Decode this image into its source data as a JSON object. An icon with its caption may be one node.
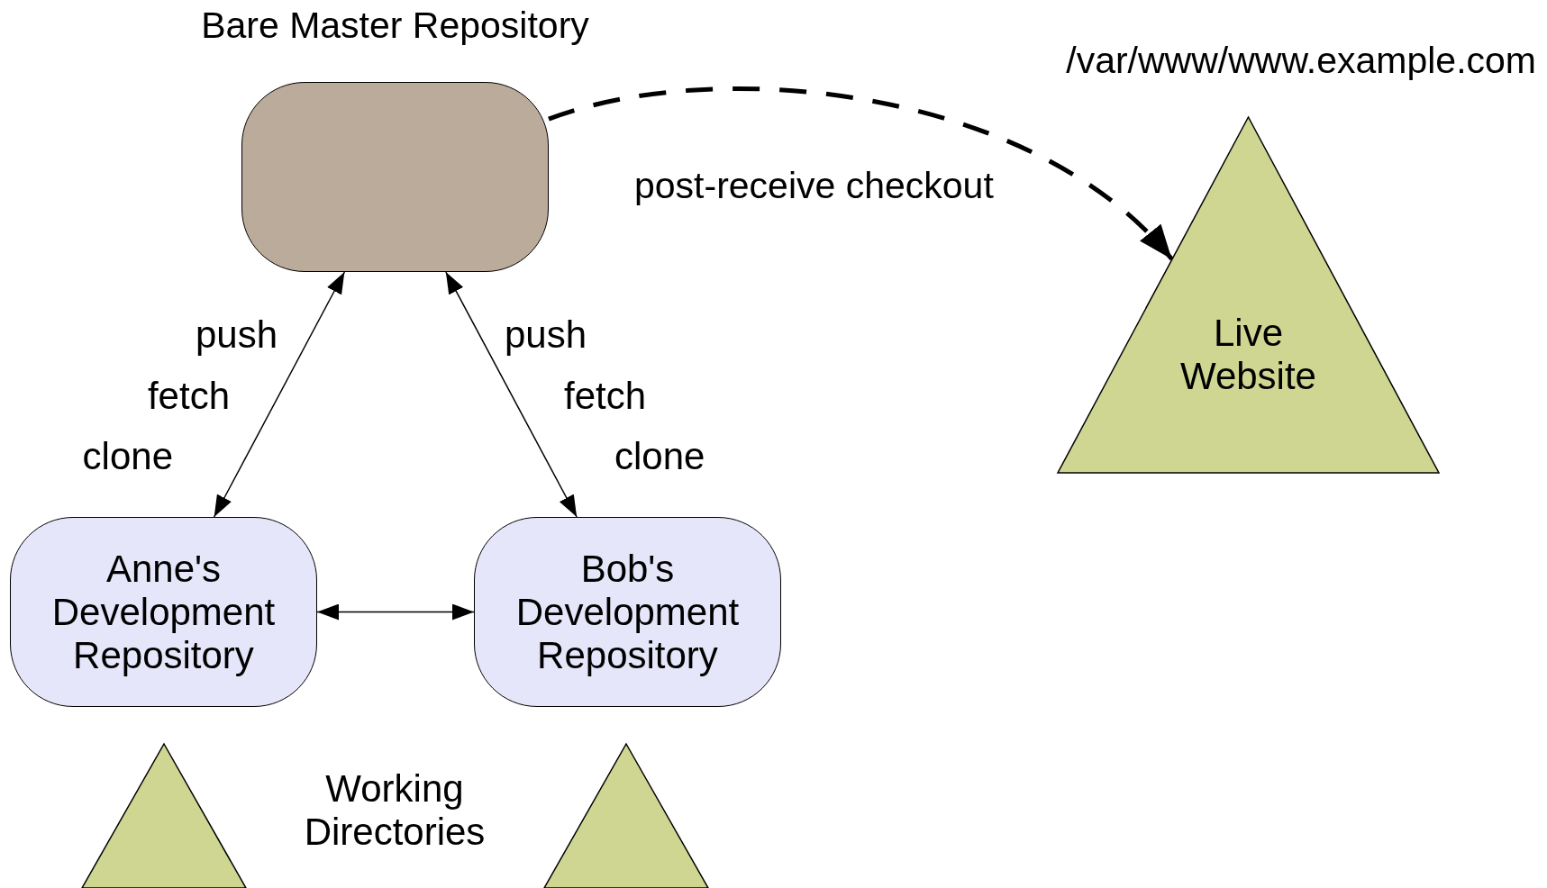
{
  "diagram": {
    "nodes": [
      {
        "text": [
          "Bare Master Repository"
        ]
      },
      {
        "text": [
          "Live Website"
        ],
        "beside": [
          "/var/www/www.example.com"
        ]
      },
      {
        "text": [
          "Anne's Development Repository"
        ]
      },
      {
        "text": [
          "Bob's Development Repository"
        ]
      },
      {
        "text": [],
        "shape": "triangle"
      },
      {
        "text": [],
        "shape": "triangle"
      }
    ],
    "edges": [
      {
        "from": 0,
        "to": 1,
        "arrow": "to",
        "label": "post-receive checkout",
        "style": "dashed"
      },
      {
        "from": 0,
        "to": 2,
        "arrow": "both"
      },
      {
        "from": 0,
        "to": 3,
        "arrow": "both"
      },
      {
        "from": 2,
        "to": 3,
        "arrow": "both"
      }
    ],
    "labels": [
      "push",
      "push",
      "fetch",
      "fetch",
      "clone",
      "clone",
      "Working Directories"
    ]
  }
}
